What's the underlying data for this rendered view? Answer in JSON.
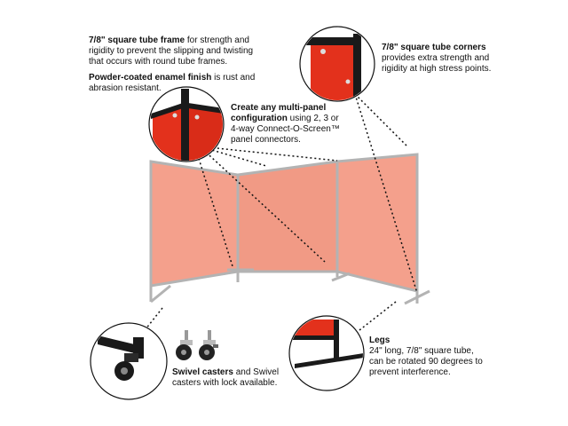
{
  "callouts": {
    "frame": {
      "bold": "7/8\" square tube frame",
      "text": " for strength and rigidity to prevent the slipping and twisting that occurs with round tube frames."
    },
    "finish": {
      "bold": "Powder-coated enamel finish",
      "text": " is rust and abrasion resistant."
    },
    "corners": {
      "bold": "7/8\"  square tube corners",
      "text": " provides extra strength and rigidity at high stress points."
    },
    "config": {
      "bold": "Create any multi-panel configuration",
      "text": " using 2, 3 or 4-way Connect-O-Screen™ panel connectors."
    },
    "casters": {
      "bold": "Swivel casters",
      "text": " and Swivel casters with lock available."
    },
    "legs": {
      "bold": "Legs",
      "text": "24\" long, 7/8\" square tube, can be rotated 90 degrees to prevent interference."
    }
  },
  "colors": {
    "panel": "#f4a08c",
    "panel_edge": "#e88c78",
    "frame": "#b3b3b3",
    "detail_red": "#e3311c",
    "frame_dark": "#1a1a1a"
  }
}
